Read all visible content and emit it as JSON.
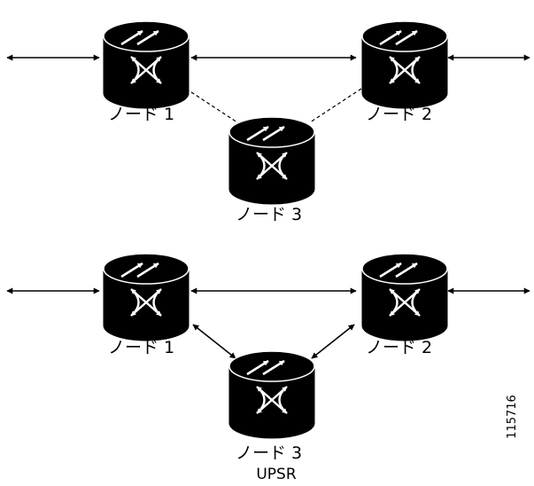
{
  "colors": {
    "line": "#000000",
    "node_fill": "#000000",
    "node_glyph": "#ffffff",
    "background": "#ffffff"
  },
  "icons": {
    "node": "adm-node-icon",
    "arrow": "double-headed-arrow"
  },
  "top_diagram": {
    "nodes": [
      {
        "id": "n1",
        "label": "ノード 1"
      },
      {
        "id": "n2",
        "label": "ノード 2"
      },
      {
        "id": "n3",
        "label": "ノード 3"
      }
    ],
    "links": [
      {
        "from": "left-edge",
        "to": "n1",
        "style": "solid"
      },
      {
        "from": "n1",
        "to": "n2",
        "style": "solid"
      },
      {
        "from": "n2",
        "to": "right-edge",
        "style": "solid"
      },
      {
        "from": "n1",
        "to": "n3",
        "style": "dashed"
      },
      {
        "from": "n2",
        "to": "n3",
        "style": "dashed"
      }
    ]
  },
  "bottom_diagram": {
    "nodes": [
      {
        "id": "n1",
        "label": "ノード 1"
      },
      {
        "id": "n2",
        "label": "ノード 2"
      },
      {
        "id": "n3",
        "label": "ノード 3"
      }
    ],
    "links": [
      {
        "from": "left-edge",
        "to": "n1",
        "style": "solid"
      },
      {
        "from": "n1",
        "to": "n2",
        "style": "solid"
      },
      {
        "from": "n2",
        "to": "right-edge",
        "style": "solid"
      },
      {
        "from": "n1",
        "to": "n3",
        "style": "solid"
      },
      {
        "from": "n2",
        "to": "n3",
        "style": "solid"
      }
    ],
    "caption": "UPSR"
  },
  "figure_id": "115716"
}
